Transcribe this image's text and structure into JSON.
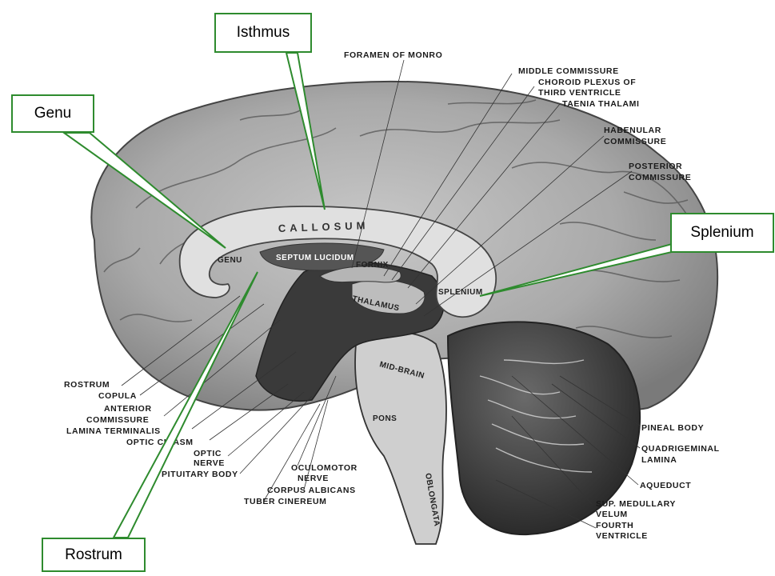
{
  "callouts": {
    "isthmus": "Isthmus",
    "genu": "Genu",
    "splenium": "Splenium",
    "rostrum": "Rostrum"
  },
  "labels": {
    "foramen_of_monro": "FORAMEN OF MONRO",
    "middle_commissure": "MIDDLE COMMISSURE",
    "choroid_plexus_1": "CHOROID PLEXUS OF",
    "choroid_plexus_2": "THIRD VENTRICLE",
    "taenia_thalami": "TAENIA THALAMI",
    "habenular_1": "HABENULAR",
    "habenular_2": "COMMISSURE",
    "posterior_1": "POSTERIOR",
    "posterior_2": "COMMISSURE",
    "rostrum": "ROSTRUM",
    "copula": "COPULA",
    "anterior": "ANTERIOR",
    "commissure": "COMMISSURE",
    "lamina_terminalis": "LAMINA TERMINALIS",
    "optic_chiasm": "OPTIC CHIASM",
    "optic": "OPTIC",
    "nerve": "NERVE",
    "pituitary_body": "PITUITARY BODY",
    "oculomotor": "OCULOMOTOR",
    "oculomotor_nerve": "NERVE",
    "corpus_albicans": "CORPUS ALBICANS",
    "tuber_cinereum": "TUBER CINEREUM",
    "pineal_body": "PINEAL BODY",
    "quadrigeminal": "QUADRIGEMINAL",
    "lamina": "LAMINA",
    "aqueduct": "AQUEDUCT",
    "sup_medullary": "SUP. MEDULLARY",
    "velum": "VELUM",
    "fourth": "FOURTH",
    "ventricle": "VENTRICLE"
  },
  "inner_labels": {
    "callosum": "CALLOSUM",
    "genu": "GENU",
    "septum_lucidum": "SEPTUM LUCIDUM",
    "fornix": "FORNIX",
    "thalamus": "THALAMUS",
    "splenium": "SPLENIUM",
    "mid_brain": "MID-BRAIN",
    "pons": "PONS",
    "oblongata": "OBLONGATA"
  },
  "colors": {
    "callout_border": "#2e8b2e",
    "callout_pointer": "#2e8b2e",
    "brain_light": "#cfcfcf",
    "brain_mid": "#9a9a9a",
    "brain_dark": "#3a3a3a",
    "corpus_callosum": "#d8d8d8"
  }
}
